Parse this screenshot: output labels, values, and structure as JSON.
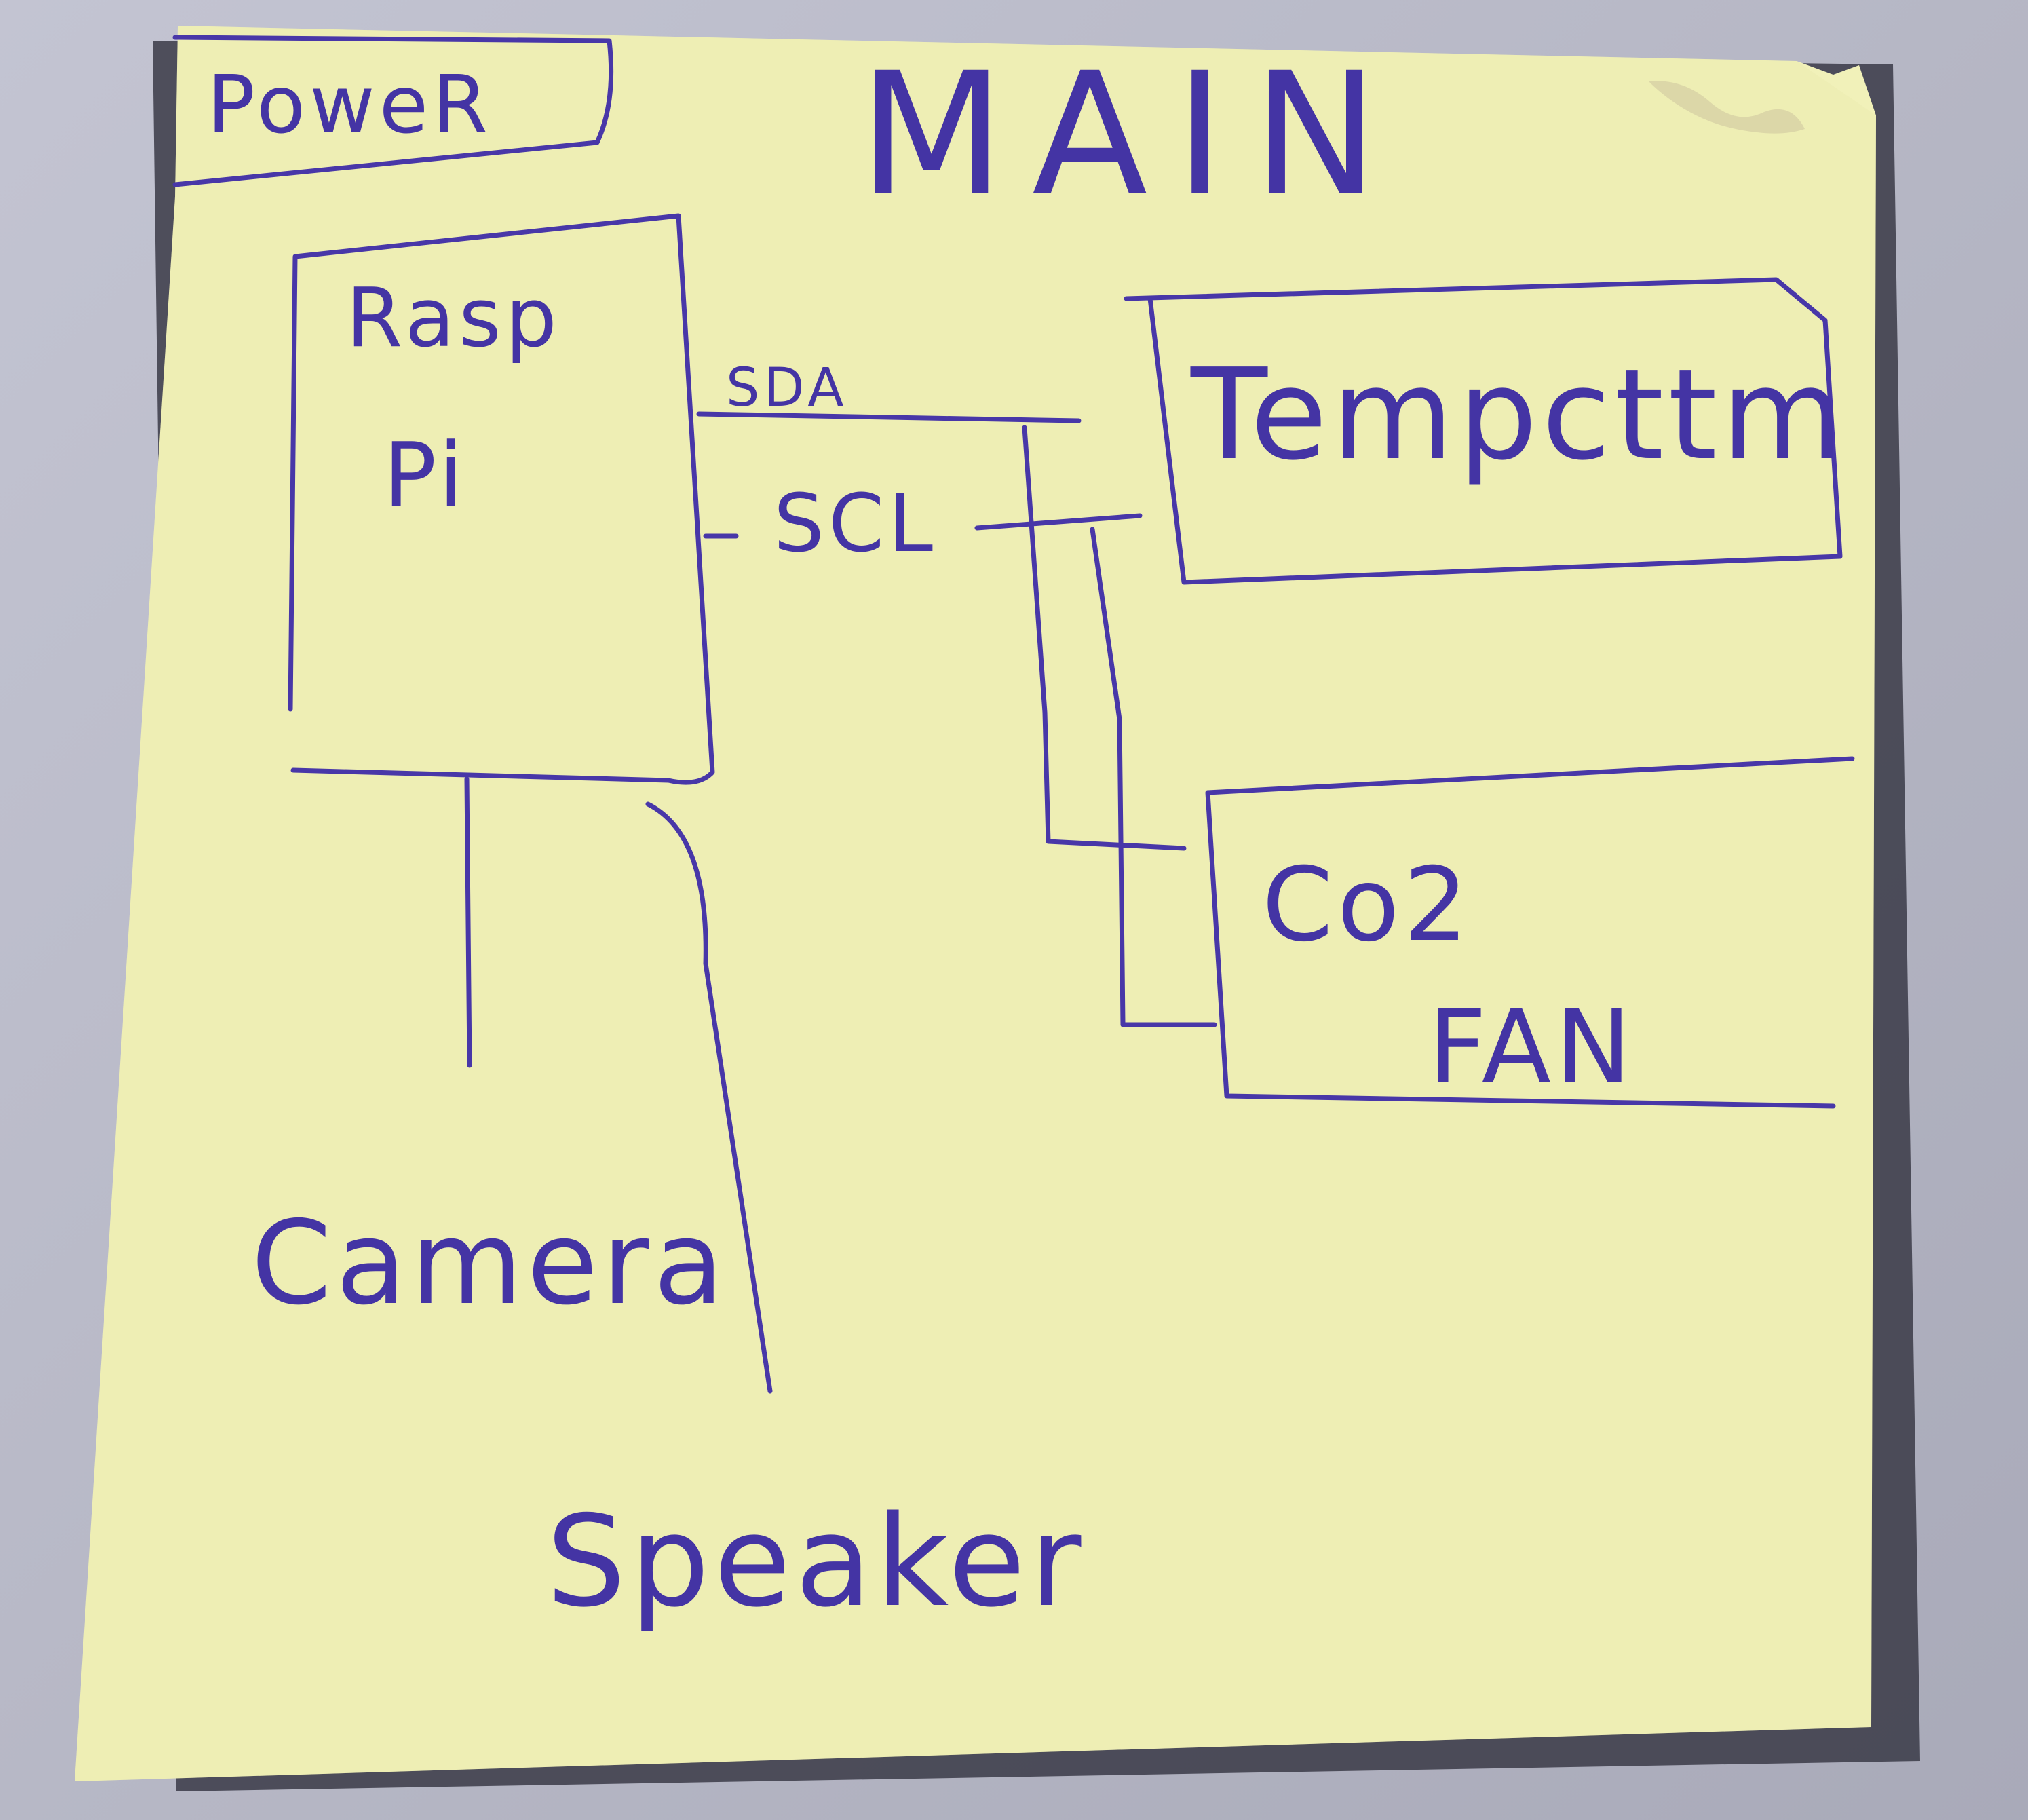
{
  "diagram": {
    "title": "MAIN",
    "power_label": "PoweR",
    "rpi_label_line1": "Rasp",
    "rpi_label_line2": "Pi",
    "sda_label": "SDA",
    "scl_label": "SCL",
    "temp_label": "Tempcttm",
    "co2_label": "Co2",
    "fan_label": "FAN",
    "camera_label": "Camera",
    "speaker_label": "Speaker"
  },
  "colors": {
    "ink": "#4837a8",
    "paper": "#f1f1b9",
    "background": "#b7b8c6"
  }
}
